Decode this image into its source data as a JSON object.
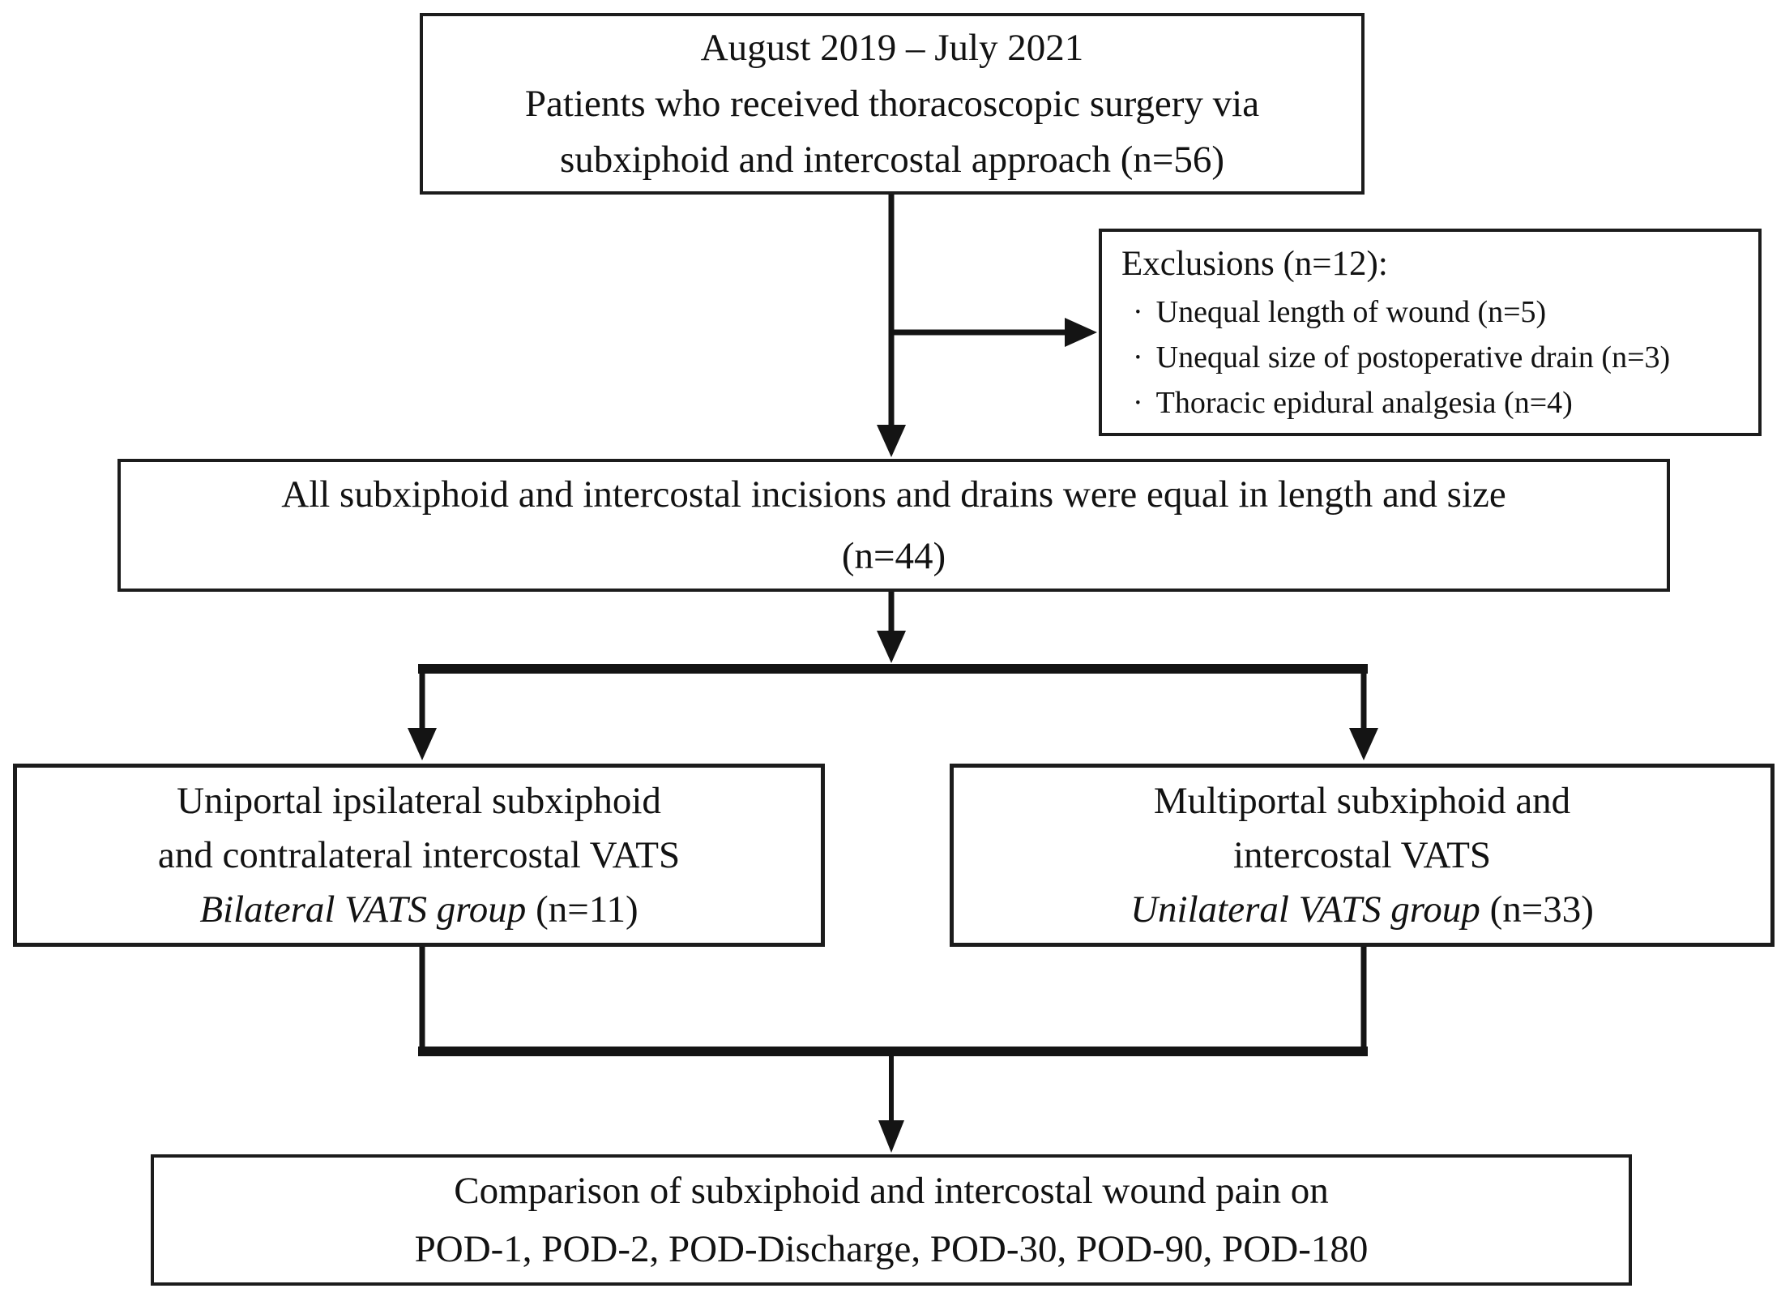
{
  "colors": {
    "background": "#ffffff",
    "box_border": "#1c1c1c",
    "text": "#121212",
    "connector": "#141414"
  },
  "boxes": {
    "enrollment": {
      "lines": [
        "August 2019 – July 2021",
        "Patients who received thoracoscopic surgery via",
        "subxiphoid and intercostal approach (n=56)"
      ]
    },
    "exclusions": {
      "title": "Exclusions (n=12):",
      "bullet": "·",
      "items": [
        "Unequal length of wound (n=5)",
        "Unequal size of postoperative drain (n=3)",
        "Thoracic epidural analgesia (n=4)"
      ]
    },
    "equal_incisions": {
      "lines": [
        "All subxiphoid and intercostal incisions and drains were equal in length and size",
        "(n=44)"
      ]
    },
    "bilateral_group": {
      "lines": [
        "Uniportal ipsilateral subxiphoid",
        "and contralateral intercostal VATS"
      ],
      "group_name": "Bilateral VATS group",
      "count": " (n=11)"
    },
    "unilateral_group": {
      "lines": [
        "Multiportal subxiphoid and",
        "intercostal VATS"
      ],
      "group_name": "Unilateral VATS group",
      "count": " (n=33)"
    },
    "comparison": {
      "lines": [
        "Comparison of subxiphoid and intercostal wound pain on",
        "POD-1, POD-2, POD-Discharge, POD-30, POD-90, POD-180"
      ]
    }
  }
}
